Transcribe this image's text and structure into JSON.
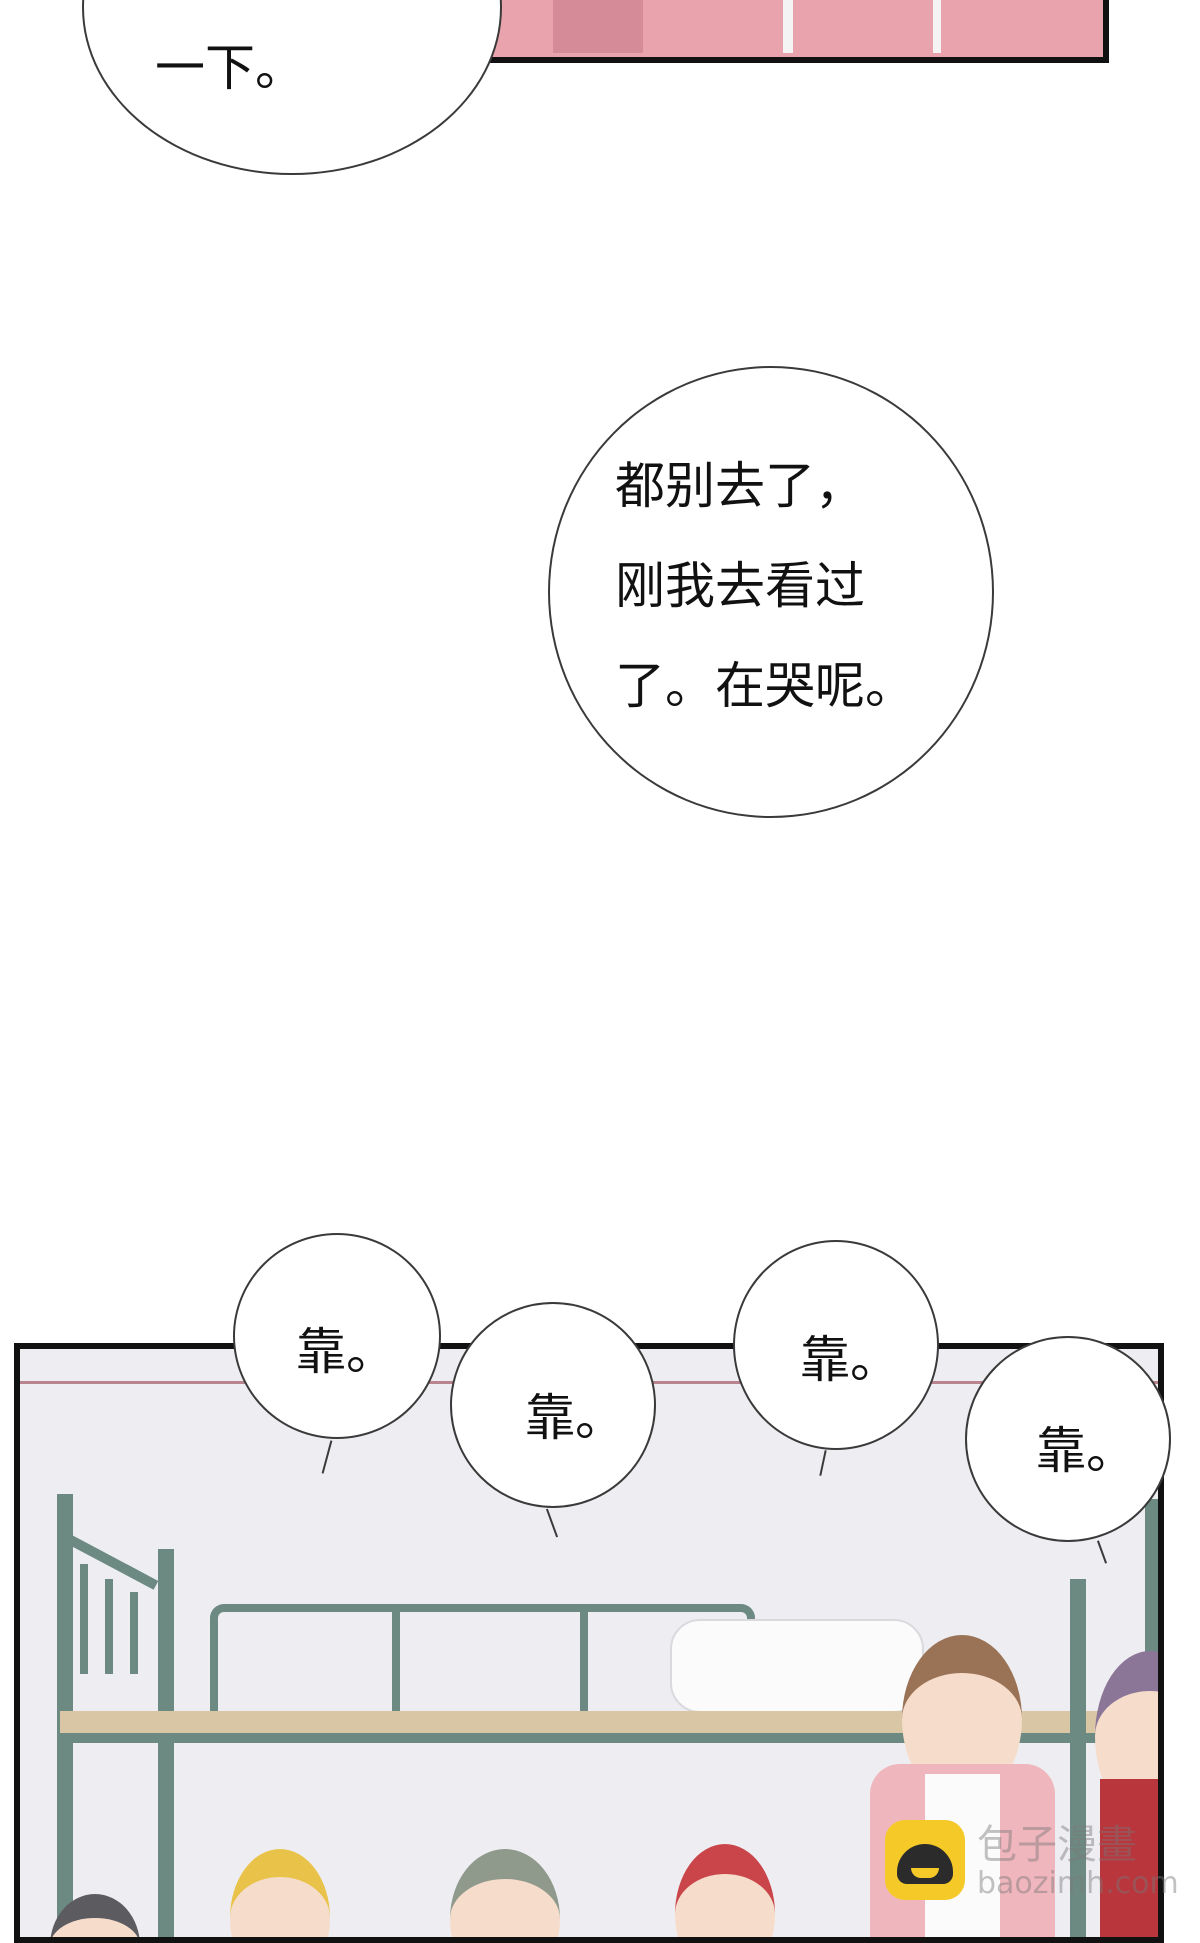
{
  "speech": {
    "top_left": "一下。",
    "middle_lines": [
      "都别去了，",
      "刚我去看过",
      "了。在哭呢。"
    ],
    "kao": [
      "靠。",
      "靠。",
      "靠。",
      "靠。"
    ]
  },
  "watermark": {
    "text_cn": "包子漫畫",
    "text_en": "baozimh.com"
  },
  "colors": {
    "panel_pink": "#e8a3ad",
    "bed_frame": "#6d8a82",
    "wall": "#eeeef2",
    "stripe": "#b8848e"
  },
  "icons": [
    "bun-logo-icon"
  ]
}
